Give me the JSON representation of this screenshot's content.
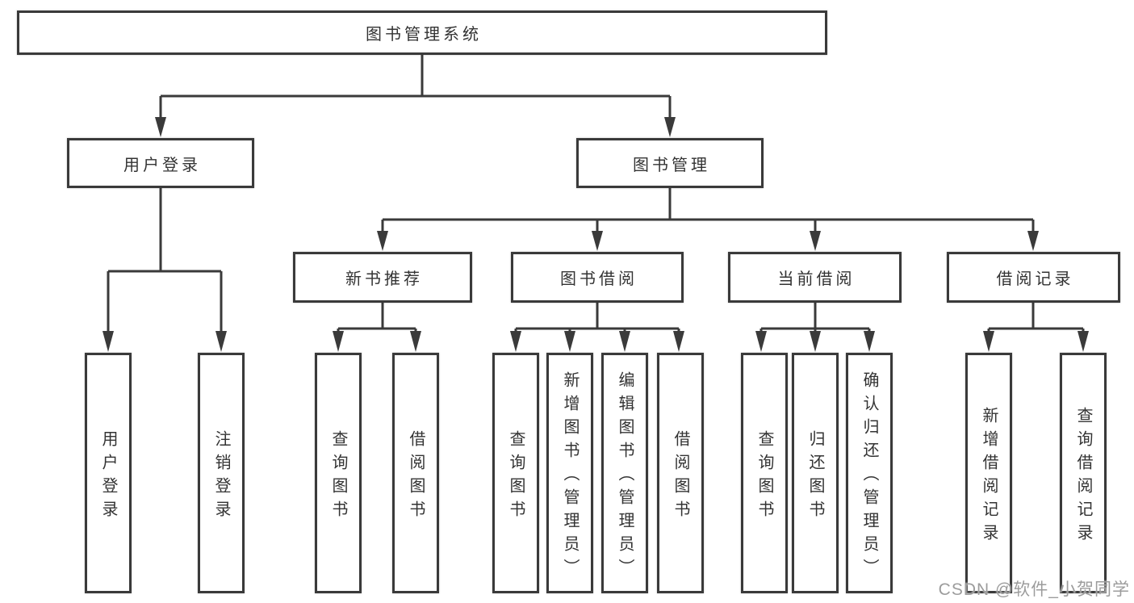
{
  "diagram": {
    "title": "图书管理系统",
    "root": "图书管理系统",
    "branches": [
      {
        "label": "用户登录",
        "children": [
          "用户登录",
          "注销登录"
        ]
      },
      {
        "label": "图书管理",
        "sections": [
          {
            "label": "新书推荐",
            "children": [
              "查询图书",
              "借阅图书"
            ]
          },
          {
            "label": "图书借阅",
            "children": [
              "查询图书",
              "新增图书（管理员）",
              "编辑图书（管理员）",
              "借阅图书"
            ]
          },
          {
            "label": "当前借阅",
            "children": [
              "查询图书",
              "归还图书",
              "确认归还（管理员）"
            ]
          },
          {
            "label": "借阅记录",
            "children": [
              "新增借阅记录",
              "查询借阅记录"
            ]
          }
        ]
      }
    ]
  },
  "watermark": "CSDN @软件_小贺同学",
  "colors": {
    "line": "#3a3a3a",
    "box_border": "#3a3a3a",
    "text": "#333333",
    "background": "#ffffff",
    "watermark": "#9c9c9c"
  }
}
